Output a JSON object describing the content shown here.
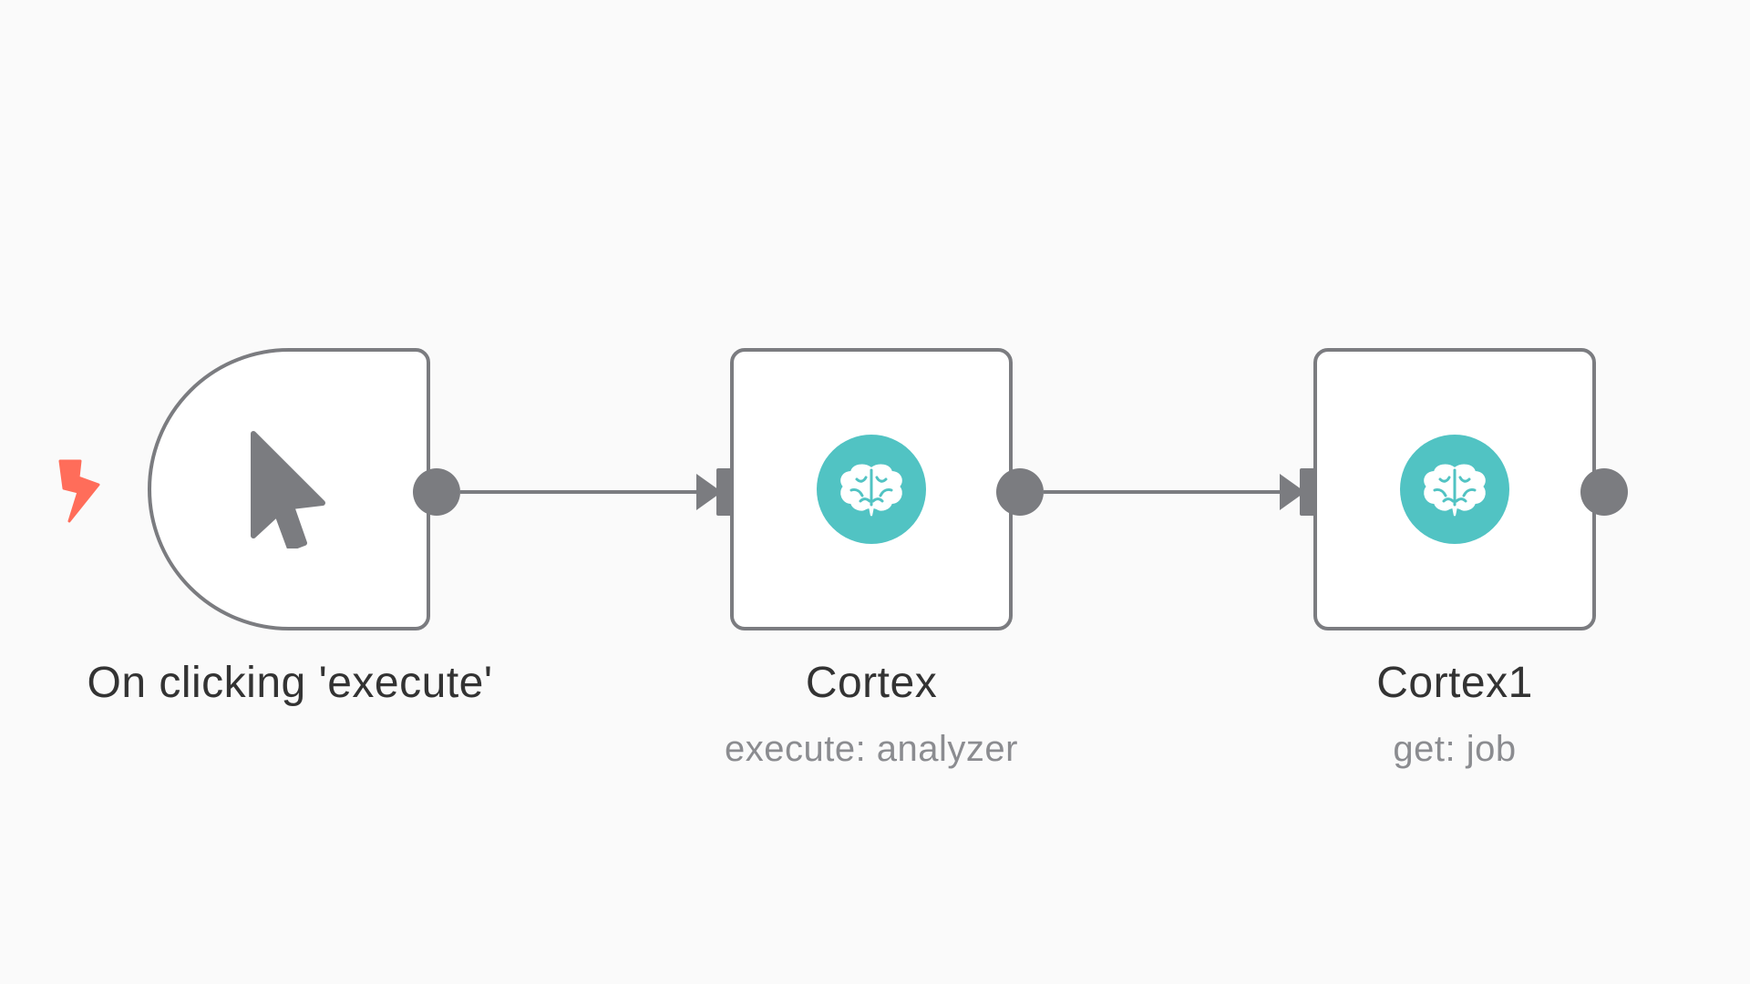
{
  "colors": {
    "canvas_background": "#fafafa",
    "node_border": "#7b7c80",
    "connection": "#7b7c80",
    "cortex_icon_bg": "#51c3c3",
    "trigger_bolt": "#ff6d5a",
    "label_text": "#333333",
    "subtitle_text": "#8b8c90"
  },
  "workflow": {
    "trigger_node": {
      "label": "On clicking 'execute'",
      "icon": "mouse-pointer-icon",
      "indicator_icon": "bolt-icon"
    },
    "cortex_node": {
      "label": "Cortex",
      "subtitle": "execute: analyzer",
      "icon": "brain-icon"
    },
    "cortex1_node": {
      "label": "Cortex1",
      "subtitle": "get: job",
      "icon": "brain-icon"
    }
  }
}
